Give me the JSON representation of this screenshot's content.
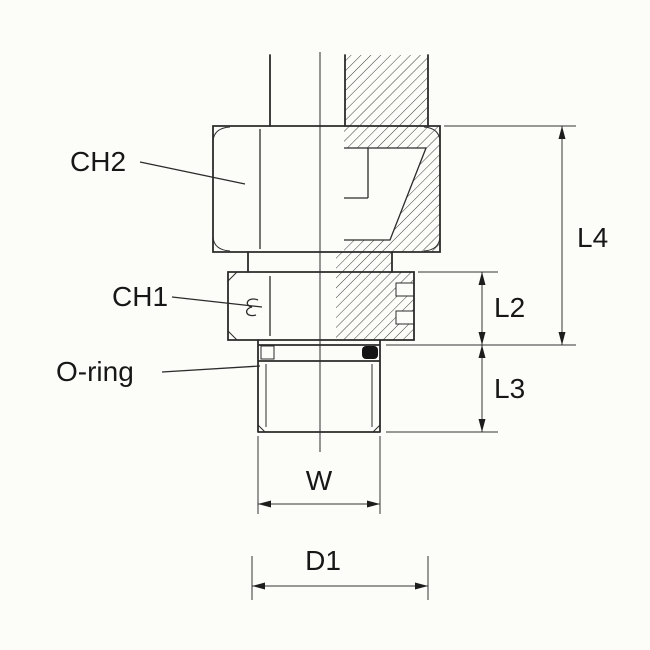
{
  "colors": {
    "background": "#fcfcf9",
    "line": "#2b2b2b",
    "oring_fill": "#141414"
  },
  "labels": {
    "ch2": "CH2",
    "ch1": "CH1",
    "o_ring": "O-ring",
    "l4": "L4",
    "l2": "L2",
    "l3": "L3",
    "w": "W",
    "d1": "D1"
  }
}
